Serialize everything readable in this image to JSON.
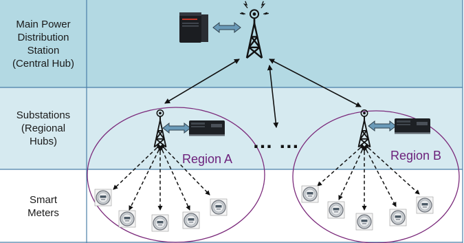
{
  "rows": [
    {
      "label": "Main Power\nDistribution\nStation\n(Central Hub)"
    },
    {
      "label": "Substations\n(Regional\nHubs)"
    },
    {
      "label": "Smart\nMeters"
    }
  ],
  "regions": [
    {
      "label": "Region A"
    },
    {
      "label": "Region B"
    }
  ],
  "ellipsis": "… …",
  "colors": {
    "band_top": "#b3d9e3",
    "band_mid": "#d6eaf0",
    "band_bottom": "#ffffff",
    "grid": "#4a7fa8",
    "region_outline": "#7b2a7b",
    "region_text": "#6b1f7a"
  },
  "icons": [
    "server-icon",
    "tower-icon",
    "computer-icon",
    "smart-meter-icon",
    "double-arrow-icon"
  ]
}
